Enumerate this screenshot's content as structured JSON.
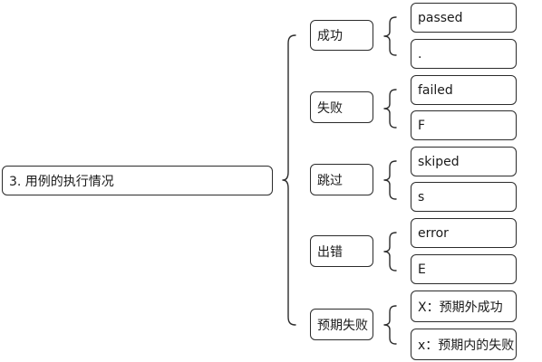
{
  "root": {
    "label": "3. 用例的执行情况"
  },
  "branches": [
    {
      "label": "成功",
      "children": [
        "passed",
        "."
      ]
    },
    {
      "label": "失败",
      "children": [
        "failed",
        "F"
      ]
    },
    {
      "label": "跳过",
      "children": [
        "skiped",
        "s"
      ]
    },
    {
      "label": "出错",
      "children": [
        "error",
        "E"
      ]
    },
    {
      "label": "预期失败",
      "children": [
        "X：预期外成功",
        "x：预期内的失败"
      ]
    }
  ]
}
